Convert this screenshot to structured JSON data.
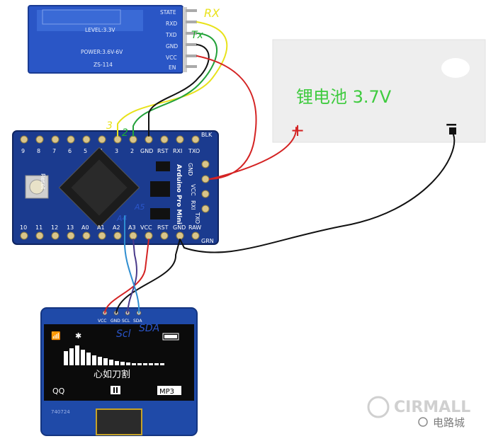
{
  "bluetooth_module": {
    "level_text": "LEVEL:3.3V",
    "power_text": "POWER:3.6V-6V",
    "model_text": "ZS-114",
    "pins": [
      "STATE",
      "RXD",
      "TXD",
      "GND",
      "VCC",
      "EN"
    ],
    "annotation_rx": "RX",
    "annotation_tx": "Tx"
  },
  "battery": {
    "label": "锂电池 3.7V",
    "plus_sign": "+",
    "minus_sign": "−"
  },
  "arduino": {
    "top_pins": [
      "9",
      "8",
      "7",
      "6",
      "5",
      "4",
      "3",
      "2",
      "GND",
      "RST",
      "RXI",
      "TXO"
    ],
    "top_right_label": "BLK",
    "bottom_pins": [
      "10",
      "11",
      "12",
      "13",
      "A0",
      "A1",
      "A2",
      "A3",
      "VCC",
      "RST",
      "GND",
      "RAW"
    ],
    "bottom_right_label": "GRN",
    "reset_label": "Reset",
    "board_text": "Arduino Pro Mini",
    "side_labels": [
      "GND",
      "VCC",
      "RXI",
      "TXO"
    ],
    "annotation_3": "3",
    "annotation_2": "2",
    "annotation_a4": "A4",
    "annotation_a5": "A5"
  },
  "oled": {
    "pins": [
      "VCC",
      "GND",
      "SCL",
      "SDA"
    ],
    "annotation_scl": "Scl",
    "annotation_sda": "SDA",
    "display_center_text": "心如刀割",
    "display_left": "QQ",
    "display_right": "MP3",
    "pcb_code": "740724"
  },
  "watermark": {
    "brand": "CIRMALL",
    "cn_name": "电路城"
  },
  "colors": {
    "wire_red": "#d42323",
    "wire_yellow": "#e8e21a",
    "wire_green": "#23a13a",
    "wire_black": "#111111",
    "wire_blue": "#2f8ed0",
    "wire_purple": "#4a3a8a",
    "pcb_blue": "#1b3b8f",
    "battery_text": "#3fcb3f"
  }
}
